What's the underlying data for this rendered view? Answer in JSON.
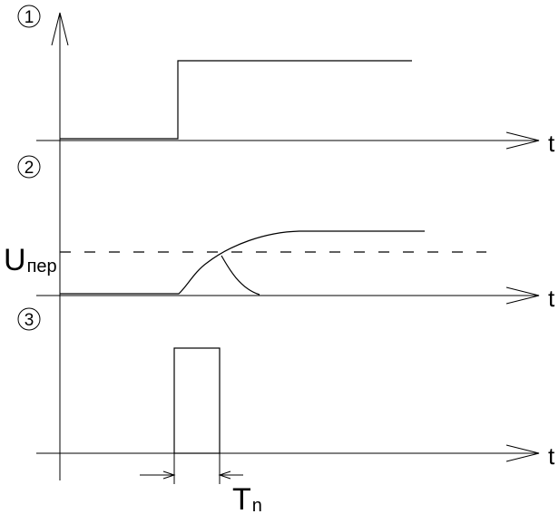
{
  "panels": [
    {
      "number": "1",
      "axis_label": "t"
    },
    {
      "number": "2",
      "axis_label": "t"
    },
    {
      "number": "3",
      "axis_label": "t"
    }
  ],
  "threshold_label": {
    "main": "U",
    "sub": "пер"
  },
  "pulse_width_label": {
    "main": "T",
    "sub": "n"
  }
}
